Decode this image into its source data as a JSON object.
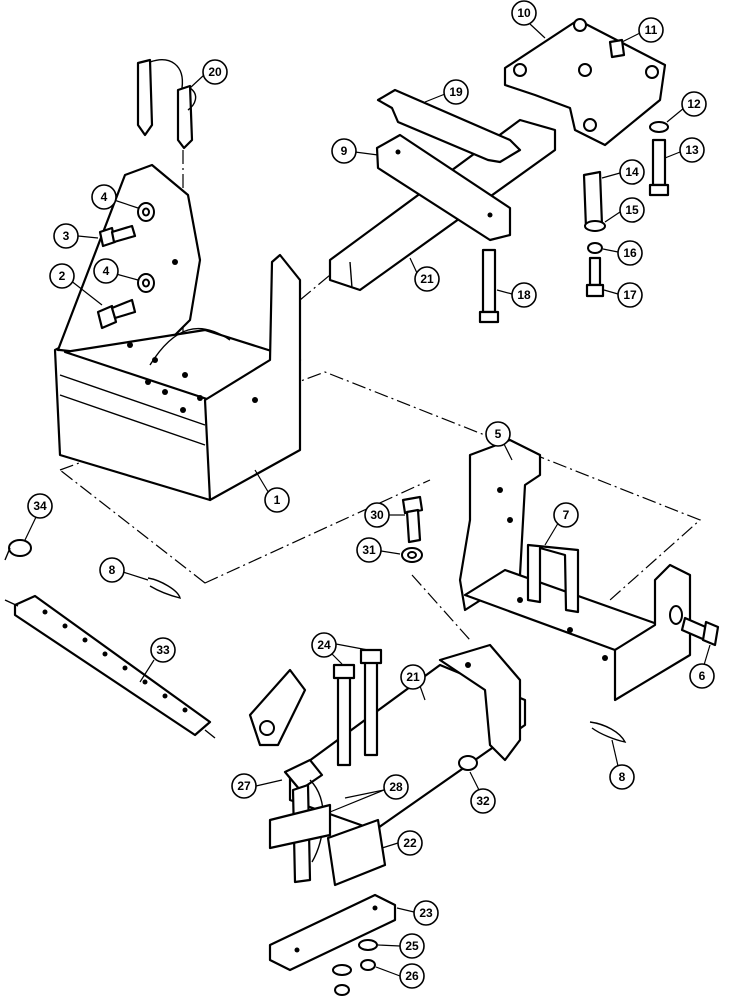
{
  "diagram": {
    "callouts": [
      {
        "id": "c1",
        "label": "1"
      },
      {
        "id": "c2",
        "label": "2"
      },
      {
        "id": "c3",
        "label": "3"
      },
      {
        "id": "c4a",
        "label": "4"
      },
      {
        "id": "c4b",
        "label": "4"
      },
      {
        "id": "c5",
        "label": "5"
      },
      {
        "id": "c6",
        "label": "6"
      },
      {
        "id": "c7",
        "label": "7"
      },
      {
        "id": "c8a",
        "label": "8"
      },
      {
        "id": "c8b",
        "label": "8"
      },
      {
        "id": "c9",
        "label": "9"
      },
      {
        "id": "c10",
        "label": "10"
      },
      {
        "id": "c11",
        "label": "11"
      },
      {
        "id": "c12",
        "label": "12"
      },
      {
        "id": "c13",
        "label": "13"
      },
      {
        "id": "c14",
        "label": "14"
      },
      {
        "id": "c15",
        "label": "15"
      },
      {
        "id": "c16",
        "label": "16"
      },
      {
        "id": "c17",
        "label": "17"
      },
      {
        "id": "c18",
        "label": "18"
      },
      {
        "id": "c19",
        "label": "19"
      },
      {
        "id": "c20",
        "label": "20"
      },
      {
        "id": "c21a",
        "label": "21"
      },
      {
        "id": "c21b",
        "label": "21"
      },
      {
        "id": "c22",
        "label": "22"
      },
      {
        "id": "c23",
        "label": "23"
      },
      {
        "id": "c24",
        "label": "24"
      },
      {
        "id": "c25",
        "label": "25"
      },
      {
        "id": "c26",
        "label": "26"
      },
      {
        "id": "c27",
        "label": "27"
      },
      {
        "id": "c28",
        "label": "28"
      },
      {
        "id": "c30",
        "label": "30"
      },
      {
        "id": "c31",
        "label": "31"
      },
      {
        "id": "c32",
        "label": "32"
      },
      {
        "id": "c33",
        "label": "33"
      },
      {
        "id": "c34",
        "label": "34"
      }
    ]
  }
}
